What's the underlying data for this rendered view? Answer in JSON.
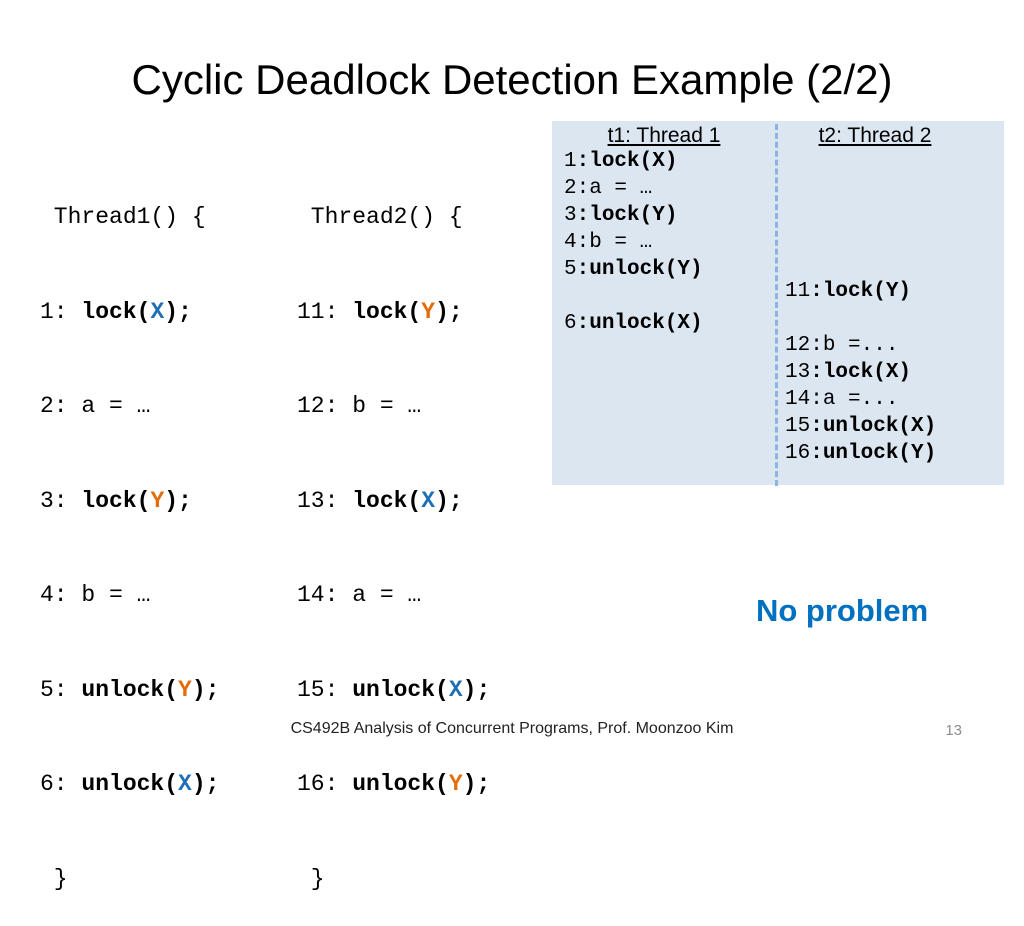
{
  "title": "Cyclic Deadlock Detection Example (2/2)",
  "thread1": {
    "header": " Thread1() {",
    "lines": [
      {
        "num": "1:",
        "pre": " lock(",
        "var": "X",
        "post": ");"
      },
      {
        "num": "2:",
        "plain": " a = …"
      },
      {
        "num": "3:",
        "pre": " lock(",
        "var": "Y",
        "post": ");"
      },
      {
        "num": "4:",
        "plain": " b = …"
      },
      {
        "num": "5:",
        "pre": " unlock(",
        "var": "Y",
        "post": ");"
      },
      {
        "num": "6:",
        "pre": " unlock(",
        "var": "X",
        "post": ");"
      }
    ],
    "close": " }"
  },
  "thread2": {
    "header": " Thread2() {",
    "lines": [
      {
        "num": "11:",
        "pre": " lock(",
        "var": "Y",
        "post": ");"
      },
      {
        "num": "12:",
        "plain": " b = …"
      },
      {
        "num": "13:",
        "pre": " lock(",
        "var": "X",
        "post": ");"
      },
      {
        "num": "14:",
        "plain": " a = …"
      },
      {
        "num": "15:",
        "pre": " unlock(",
        "var": "X",
        "post": ");"
      },
      {
        "num": "16:",
        "pre": " unlock(",
        "var": "Y",
        "post": ");"
      }
    ],
    "close": " }"
  },
  "trace": {
    "t1_header": "t1: Thread 1",
    "t2_header": "t2: Thread 2",
    "t1_rows": [
      {
        "num": "1",
        "text": ":lock(X)",
        "bold": true
      },
      {
        "num": "2",
        "text": ":a = …",
        "bold": false
      },
      {
        "num": "3",
        "text": ":lock(Y)",
        "bold": true
      },
      {
        "num": "4",
        "text": ":b = …",
        "bold": false
      },
      {
        "num": "5",
        "text": ":unlock(Y)",
        "bold": true
      },
      {
        "num": "",
        "text": "",
        "bold": false
      },
      {
        "num": "6",
        "text": ":unlock(X)",
        "bold": true
      }
    ],
    "t2_rows": [
      {
        "num": "11",
        "text": ":lock(Y)",
        "bold": true
      },
      {
        "num": "",
        "text": "",
        "bold": false
      },
      {
        "num": "12",
        "text": ":b =...",
        "bold": false
      },
      {
        "num": "13",
        "text": ":lock(X)",
        "bold": true
      },
      {
        "num": "14",
        "text": ":a =...",
        "bold": false
      },
      {
        "num": "15",
        "text": ":unlock(X)",
        "bold": true
      },
      {
        "num": "16",
        "text": ":unlock(Y)",
        "bold": true
      }
    ]
  },
  "verdict": "No problem",
  "footer": "CS492B Analysis of Concurrent Programs, Prof. Moonzoo Kim",
  "page_number": "13",
  "colors": {
    "X": "#1f6fb7",
    "Y": "#e46c0a",
    "trace_bg": "#dce6f1",
    "verdict": "#0070c0"
  }
}
